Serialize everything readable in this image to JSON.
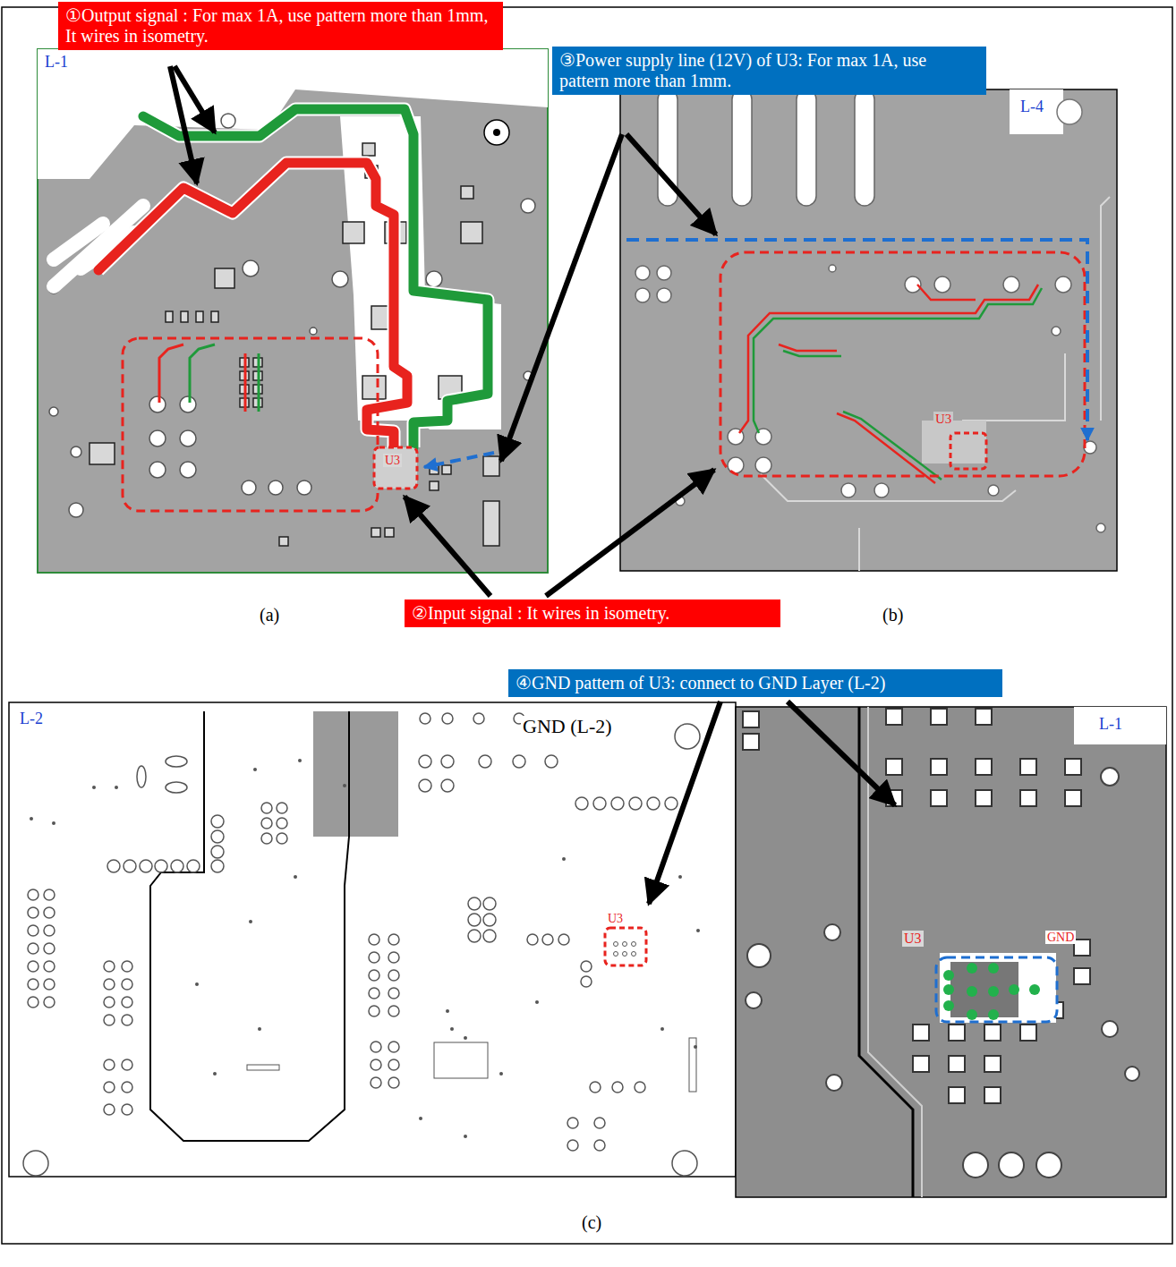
{
  "diagram": {
    "nodes": [
      {
        "text": [
          "①Output signal : For max 1A, use pattern more than 1mm, It wires in isometry."
        ]
      },
      {
        "text": [
          "③Power supply line (12V) of U3: For max 1A, use pattern more than 1mm."
        ]
      },
      {
        "text": [
          "②Input signal : It wires in isometry."
        ]
      },
      {
        "text": [
          "④GND pattern of U3: connect to GND Layer (L-2)"
        ]
      }
    ],
    "labels": [
      "L-1",
      "U3",
      "(a)",
      "L-4",
      "U3",
      "(b)",
      "L-2",
      "GND (L-2)",
      "U3",
      "L-1",
      "U3",
      "GND",
      "(c)"
    ]
  }
}
